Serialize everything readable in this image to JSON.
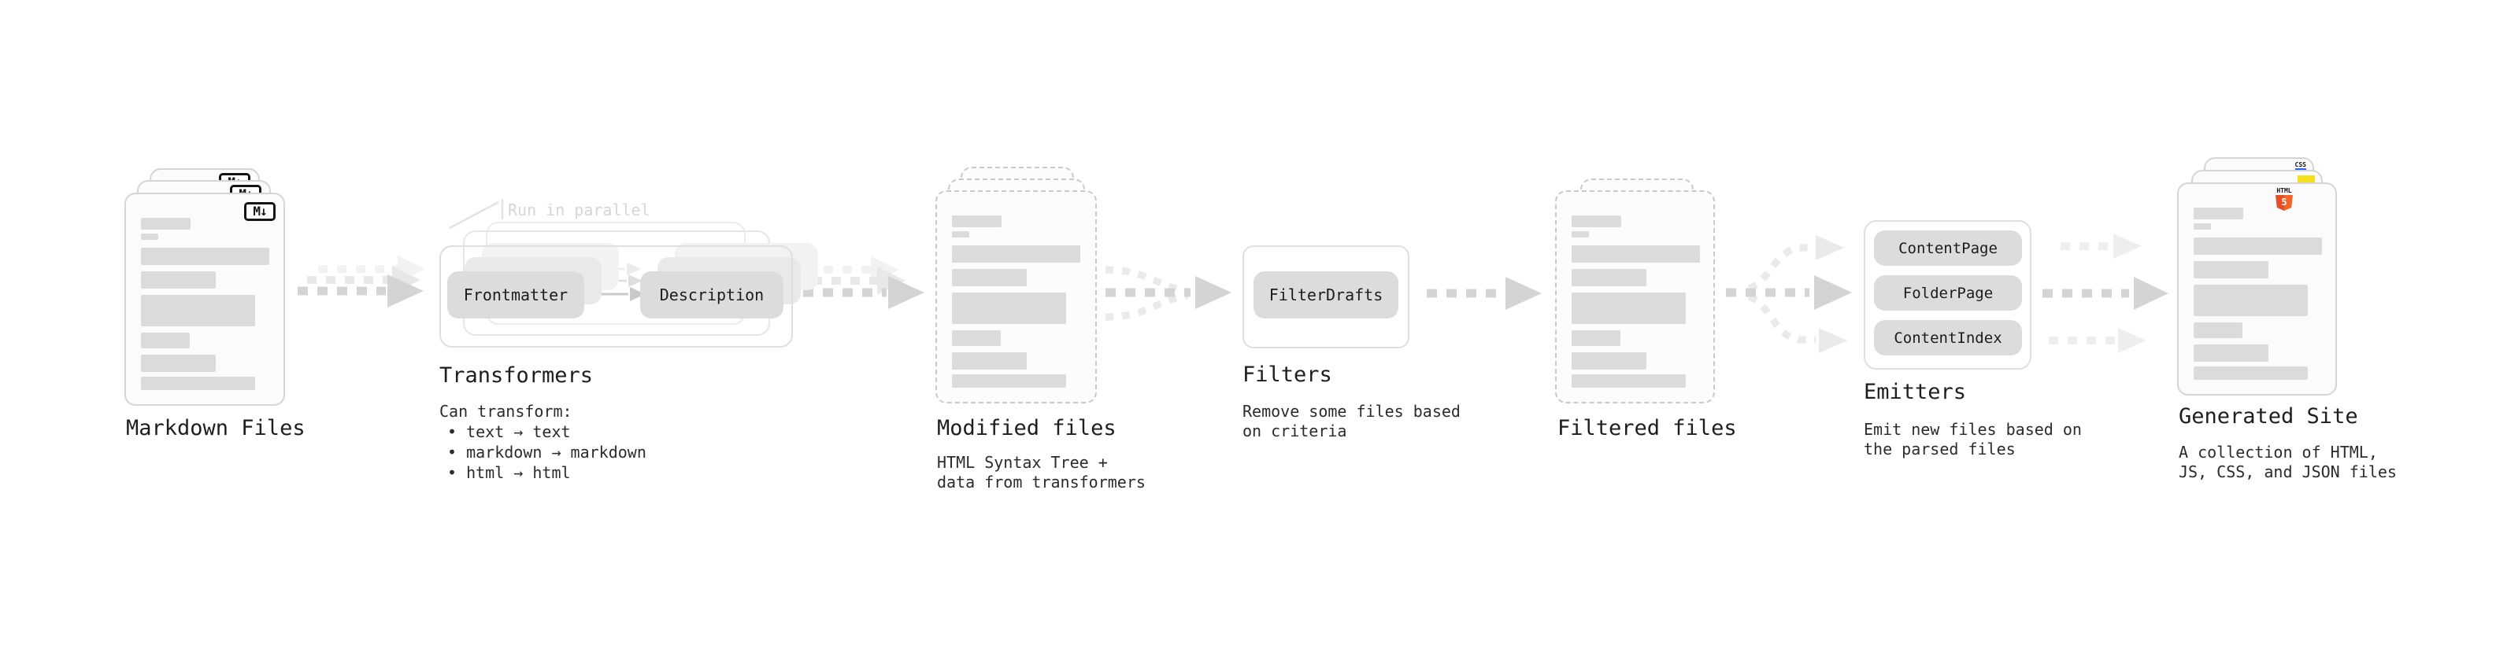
{
  "colors": {
    "accent_orange": "#e44d26",
    "accent_orange_light": "#f16529",
    "accent_yellow": "#f7df1e",
    "accent_blue": "#2965f1"
  },
  "annotation": {
    "run_in_parallel": "Run in parallel"
  },
  "stages": {
    "markdown_files": {
      "title": "Markdown Files",
      "badge": "M↓"
    },
    "transformers": {
      "title": "Transformers",
      "pills": [
        "Frontmatter",
        "Description"
      ],
      "desc": "Can transform:",
      "bullets": [
        "• text → text",
        "• markdown → markdown",
        "• html → html"
      ]
    },
    "modified_files": {
      "title": "Modified files",
      "desc_lines": [
        "HTML Syntax Tree +",
        "data from transformers"
      ]
    },
    "filters": {
      "title": "Filters",
      "pills": [
        "FilterDrafts"
      ],
      "desc_lines": [
        "Remove some files based",
        "on criteria"
      ]
    },
    "filtered_files": {
      "title": "Filtered files"
    },
    "emitters": {
      "title": "Emitters",
      "pills": [
        "ContentPage",
        "FolderPage",
        "ContentIndex"
      ],
      "desc_lines": [
        "Emit new files based on",
        "the parsed files"
      ]
    },
    "generated_site": {
      "title": "Generated Site",
      "desc_lines": [
        "A collection of HTML,",
        "JS, CSS, and JSON files"
      ],
      "icons": {
        "html5_label": "HTML",
        "html5_number": "5",
        "css_label": "CSS"
      }
    }
  }
}
